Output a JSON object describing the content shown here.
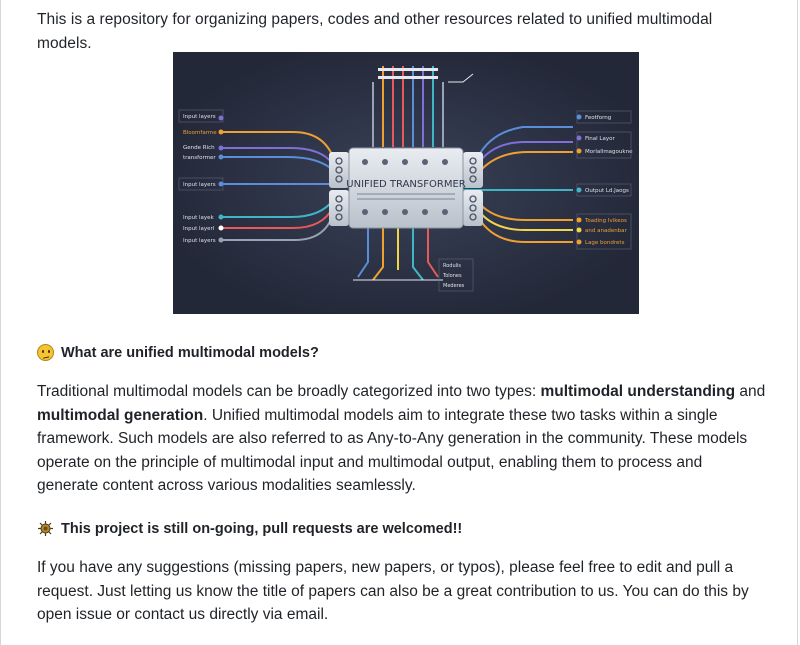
{
  "intro": "This is a repository for organizing papers, codes and other resources related to unified multimodal models.",
  "figure": {
    "center_title": "UNIFIED TRANSFORMER",
    "left_labels": [
      "Input layers",
      "Bloomfarme",
      "Gende Rich",
      "transformer",
      "Input layers",
      "Input layek",
      "Input layerl",
      "Input layers"
    ],
    "right_labels": [
      "Feotforng",
      "Final Layor",
      "Morlallmagoukne",
      "Output Ld.Jaogs",
      "Toading Ivikeos",
      "and anadenbar",
      "Lage bondrets"
    ],
    "bottom_labels": [
      "Rodulis",
      "Tolones",
      "Mederes"
    ],
    "bg_color": "#232838",
    "accent_colors": [
      "#e85a5a",
      "#f0a030",
      "#5b8dd9",
      "#7f6fd6",
      "#3fb6c6",
      "#f2d54a"
    ]
  },
  "section1": {
    "icon": "thinking-face-icon",
    "heading": "What are unified multimodal models?",
    "p_before": "Traditional multimodal models can be broadly categorized into two types: ",
    "bold1": "multimodal understanding",
    "p_mid": " and ",
    "bold2": "multimodal generation",
    "p_after": ". Unified multimodal models aim to integrate these two tasks within a single framework. Such models are also referred to as Any-to-Any generation in the community. These models operate on the principle of multimodal input and multimodal output, enabling them to process and generate content across various modalities seamlessly."
  },
  "section2": {
    "icon": "bug-icon",
    "heading": "This project is still on-going, pull requests are welcomed!!",
    "paragraph": "If you have any suggestions (missing papers, new papers, or typos), please feel free to edit and pull a request. Just letting us know the title of papers can also be a great contribution to us. You can do this by open issue or contact us directly via email."
  }
}
